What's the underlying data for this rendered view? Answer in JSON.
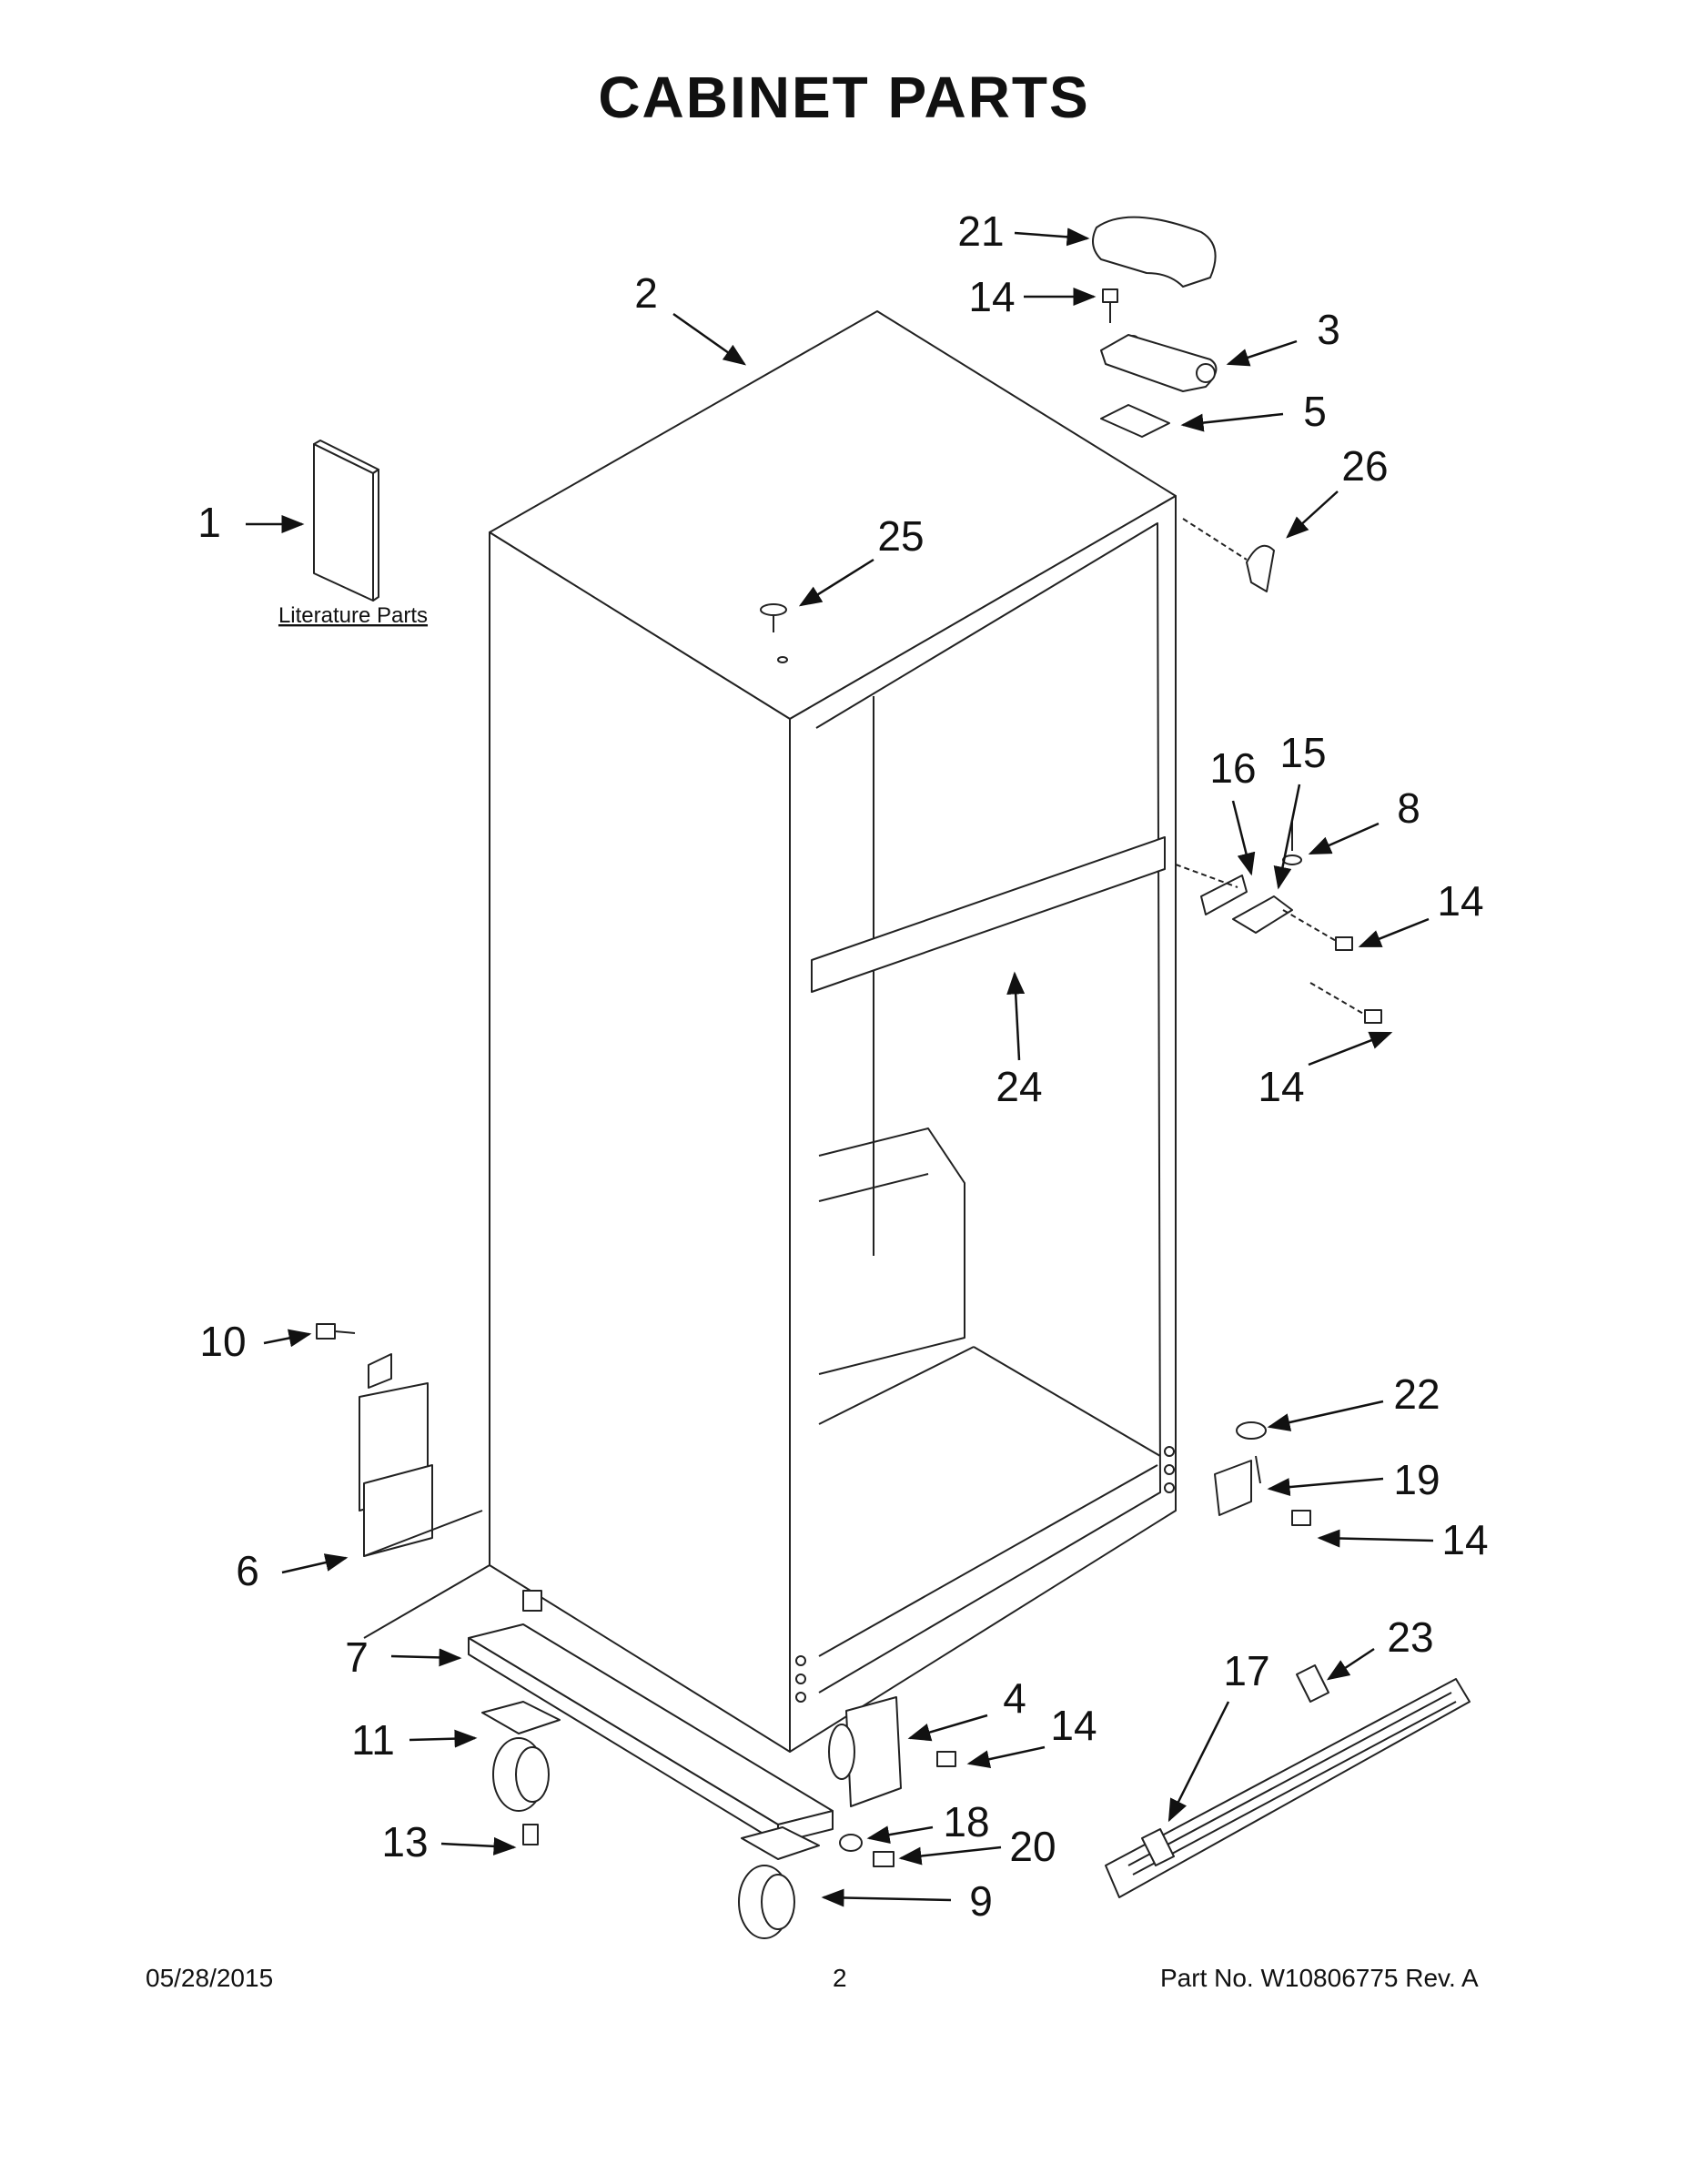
{
  "page": {
    "title": "CABINET PARTS",
    "date": "05/28/2015",
    "page_number": "2",
    "part_number": "Part No.  W10806775  Rev.  A"
  },
  "diagram": {
    "literature_label": "Literature Parts",
    "callouts": [
      {
        "id": "c1",
        "label": "1"
      },
      {
        "id": "c2",
        "label": "2"
      },
      {
        "id": "c3",
        "label": "3"
      },
      {
        "id": "c4",
        "label": "4"
      },
      {
        "id": "c5",
        "label": "5"
      },
      {
        "id": "c6",
        "label": "6"
      },
      {
        "id": "c7",
        "label": "7"
      },
      {
        "id": "c8",
        "label": "8"
      },
      {
        "id": "c9",
        "label": "9"
      },
      {
        "id": "c10",
        "label": "10"
      },
      {
        "id": "c11",
        "label": "11"
      },
      {
        "id": "c13",
        "label": "13"
      },
      {
        "id": "c14a",
        "label": "14"
      },
      {
        "id": "c14b",
        "label": "14"
      },
      {
        "id": "c14c",
        "label": "14"
      },
      {
        "id": "c14d",
        "label": "14"
      },
      {
        "id": "c14e",
        "label": "14"
      },
      {
        "id": "c15",
        "label": "15"
      },
      {
        "id": "c16",
        "label": "16"
      },
      {
        "id": "c17",
        "label": "17"
      },
      {
        "id": "c18",
        "label": "18"
      },
      {
        "id": "c19",
        "label": "19"
      },
      {
        "id": "c20",
        "label": "20"
      },
      {
        "id": "c21",
        "label": "21"
      },
      {
        "id": "c22",
        "label": "22"
      },
      {
        "id": "c23",
        "label": "23"
      },
      {
        "id": "c24",
        "label": "24"
      },
      {
        "id": "c25",
        "label": "25"
      },
      {
        "id": "c26",
        "label": "26"
      }
    ]
  }
}
